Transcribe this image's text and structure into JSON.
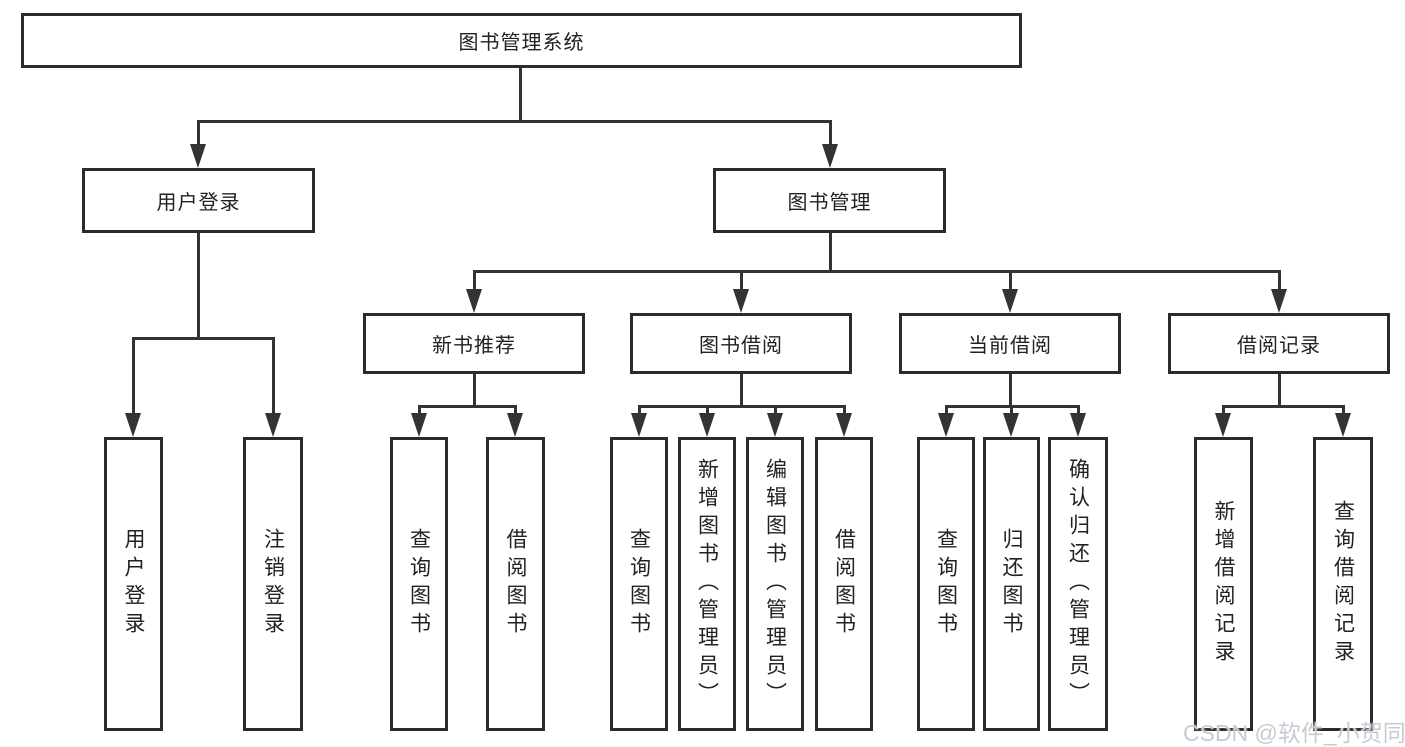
{
  "diagram": {
    "root": {
      "label": "图书管理系统"
    },
    "level2": [
      {
        "label": "用户登录"
      },
      {
        "label": "图书管理"
      }
    ],
    "level3": [
      {
        "label": "新书推荐"
      },
      {
        "label": "图书借阅"
      },
      {
        "label": "当前借阅"
      },
      {
        "label": "借阅记录"
      }
    ],
    "leaves": {
      "user_login": [
        "用户登录",
        "注销登录"
      ],
      "new_book": [
        "查询图书",
        "借阅图书"
      ],
      "book_borrow": [
        "查询图书",
        "新增图书（管理员）",
        "编辑图书（管理员）",
        "借阅图书"
      ],
      "current_borrow": [
        "查询图书",
        "归还图书",
        "确认归还（管理员）"
      ],
      "borrow_records": [
        "新增借阅记录",
        "查询借阅记录"
      ]
    }
  },
  "watermark": {
    "text": "CSDN @软件_小贺同学"
  },
  "colors": {
    "line": "#333333",
    "box_border": "#2b2b2b",
    "text": "#222222",
    "watermark": "#c7cbd2",
    "background": "#ffffff"
  }
}
